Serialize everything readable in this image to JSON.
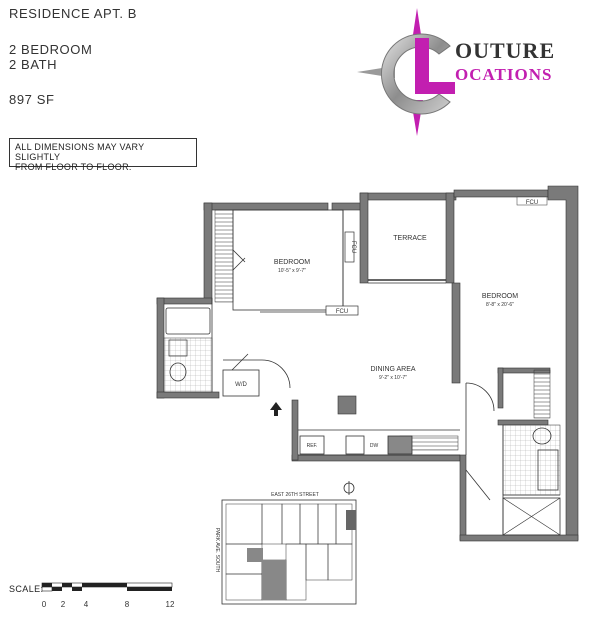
{
  "header": {
    "title": "RESIDENCE APT. B",
    "bedrooms": "2 BEDROOM",
    "baths": "2 BATH",
    "area": "897 SF"
  },
  "note": {
    "line1": "ALL DIMENSIONS MAY VARY SLIGHTLY",
    "line2": "FROM FLOOR TO FLOOR."
  },
  "logo": {
    "line1": "OUTURE",
    "line2": "OCATIONS",
    "colors": {
      "magenta": "#c21fb0",
      "silver": "#9a9a9a"
    }
  },
  "rooms": {
    "bedroom1": {
      "name": "BEDROOM",
      "dims": "10'-5\" x 9'-7\""
    },
    "bedroom2": {
      "name": "BEDROOM",
      "dims": "8'-8\" x 20'-6\""
    },
    "terrace": {
      "name": "TERRACE"
    },
    "dining": {
      "name": "DINING AREA",
      "dims": "9'-2\" x 10'-7\""
    }
  },
  "fixtures": {
    "fcu": "FCU",
    "wd": "W/D",
    "ref": "REF.",
    "dw": "DW"
  },
  "keyplan": {
    "street_top": "EAST 26TH STREET",
    "street_side": "PARK AVE. SOUTH"
  },
  "scale": {
    "label": "SCALE:",
    "ticks": [
      "0",
      "2",
      "4",
      "8",
      "12"
    ]
  },
  "colors": {
    "wall": "#7a7a7a",
    "line": "#333333"
  }
}
